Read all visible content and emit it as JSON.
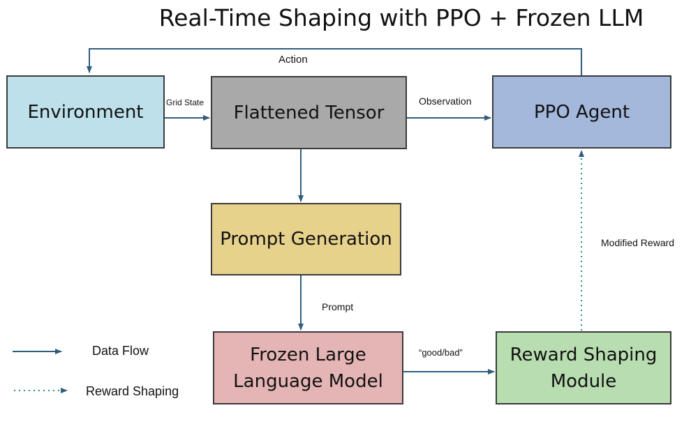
{
  "title": "Real-Time Shaping with PPO + Frozen LLM",
  "nodes": {
    "environment": {
      "label": "Environment",
      "fill": "#bde0ea"
    },
    "flattened_tensor": {
      "label": "Flattened Tensor",
      "fill": "#a9a9a9"
    },
    "ppo_agent": {
      "label": "PPO Agent",
      "fill": "#a3b8db"
    },
    "prompt_generation": {
      "label": "Prompt Generation",
      "fill": "#e7d28c"
    },
    "frozen_llm": {
      "label": "Frozen Large\nLanguage Model",
      "fill": "#e5b5b5"
    },
    "reward_shaping_module": {
      "label": "Reward Shaping\nModule",
      "fill": "#b8ddb0"
    }
  },
  "edges": {
    "action": "Action",
    "grid_state": "Grid State",
    "observation": "Observation",
    "prompt": "Prompt",
    "good_bad": "“good/bad”",
    "modified_reward": "Modified Reward"
  },
  "legend": {
    "data_flow": "Data Flow",
    "reward_shaping": "Reward Shaping"
  },
  "colors": {
    "arrow": "#2f5d7c",
    "border": "#3a3a3a"
  }
}
